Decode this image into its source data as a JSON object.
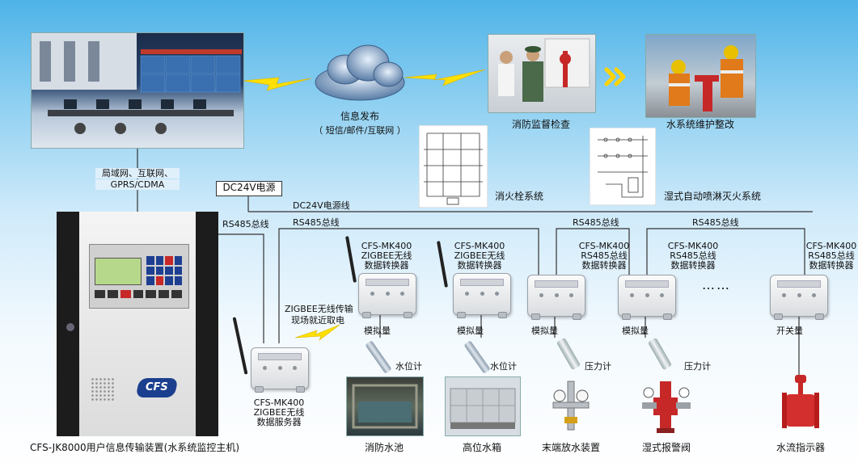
{
  "labels": {
    "info_release": "信息发布",
    "info_release_sub": "（ 短信/邮件/互联网 ）",
    "fire_inspection": "消防监督检查",
    "water_maintenance": "水系统维护整改",
    "hydrant_system": "消火栓系统",
    "sprinkler_system": "湿式自动喷淋灭火系统",
    "network_line1": "局域网、互联网、",
    "network_line2": "GPRS/CDMA",
    "dc_power": "DC24V电源",
    "dc_power_line": "DC24V电源线",
    "rs485_bus": "RS485总线",
    "zigbee_note_1": "ZIGBEE无线传输",
    "zigbee_note_2": "现场就近取电",
    "main_host": "CFS-JK8000用户信息传输装置(水系统监控主机)",
    "server_1": "CFS-MK400",
    "server_2": "ZIGBEE无线",
    "server_3": "数据服务器",
    "analog": "模拟量",
    "switch_qty": "开关量",
    "level_meter": "水位计",
    "pressure_meter": "压力计",
    "ellipsis": "……"
  },
  "converters": [
    {
      "line1": "CFS-MK400",
      "line2": "ZIGBEE无线",
      "line3": "数据转换器"
    },
    {
      "line1": "CFS-MK400",
      "line2": "ZIGBEE无线",
      "line3": "数据转换器"
    },
    {
      "line1": "CFS-MK400",
      "line2": "RS485总线",
      "line3": "数据转换器"
    },
    {
      "line1": "CFS-MK400",
      "line2": "RS485总线",
      "line3": "数据转换器"
    },
    {
      "line1": "CFS-MK400",
      "line2": "RS485总线",
      "line3": "数据转换器"
    }
  ],
  "devices": {
    "fire_pool": "消防水池",
    "high_tank": "高位水箱",
    "end_drain": "末端放水装置",
    "wet_alarm_valve": "湿式报警阀",
    "flow_indicator": "水流指示器"
  },
  "brand": "CFS",
  "colors": {
    "sky_top": "#4eb3e8",
    "lightning": "#ffe000",
    "cabinet": "#1c1c1c",
    "panel": "#ececec",
    "brand_blue": "#1b3f8f"
  }
}
